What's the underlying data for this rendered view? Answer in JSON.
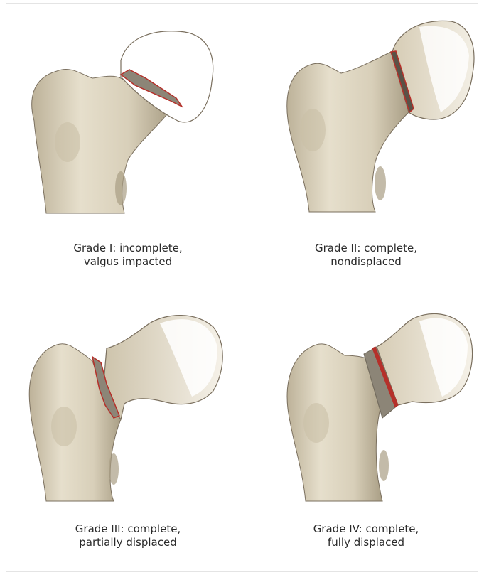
{
  "figure": {
    "panels": [
      {
        "grade": "Grade I:",
        "line1": "Grade I:  incomplete,",
        "line2": "valgus impacted"
      },
      {
        "grade": "Grade II:",
        "line1": "Grade II:  complete,",
        "line2": "nondisplaced"
      },
      {
        "grade": "Grade III:",
        "line1": "Grade III: complete,",
        "line2": "partially displaced"
      },
      {
        "grade": "Grade IV:",
        "line1": "Grade IV: complete,",
        "line2": "fully displaced"
      }
    ]
  },
  "colors": {
    "bone_light": "#e9e3d3",
    "bone_mid": "#cfc5ad",
    "bone_dark": "#a89d83",
    "head_white": "#ffffff",
    "outline": "#7a6f5e",
    "fracture_red": "#b5302a",
    "fracture_gray": "#8c8577"
  }
}
